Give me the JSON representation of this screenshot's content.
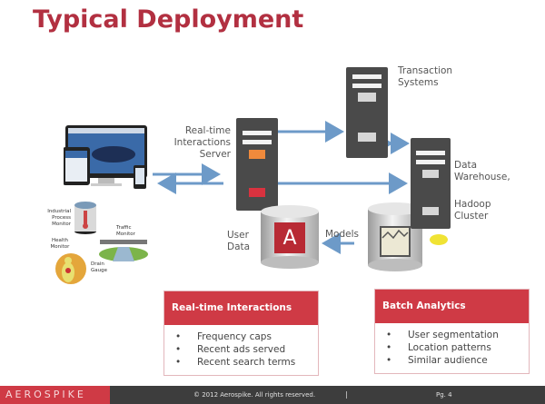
{
  "slide": {
    "title": "Typical Deployment",
    "accent_color": "#cf3a45",
    "title_color": "#b23041"
  },
  "diagram": {
    "devices_icon": "responsive-devices-icon",
    "iot_labels": {
      "industrial": "Industrial Process Monitor",
      "health": "Health Monitor",
      "traffic": "Traffic Monitor",
      "drain": "Drain Gauge"
    },
    "realtime_server_label": "Real-time Interactions Server",
    "transaction_label": "Transaction Systems",
    "warehouse_label": "Data Warehouse,",
    "hadoop_label": "Hadoop Cluster",
    "user_data_label": "User Data",
    "models_label": "Models",
    "db_logo_letter": "A"
  },
  "boxes": {
    "realtime": {
      "title": "Real-time Interactions",
      "items": [
        "Frequency caps",
        "Recent ads served",
        "Recent search terms"
      ]
    },
    "batch": {
      "title": "Batch Analytics",
      "items": [
        "User segmentation",
        "Location patterns",
        "Similar audience"
      ]
    }
  },
  "footer": {
    "logo": "AEROSPIKE",
    "copyright": "© 2012 Aerospike. All rights reserved.",
    "separator": "|",
    "page": "Pg. 4"
  }
}
